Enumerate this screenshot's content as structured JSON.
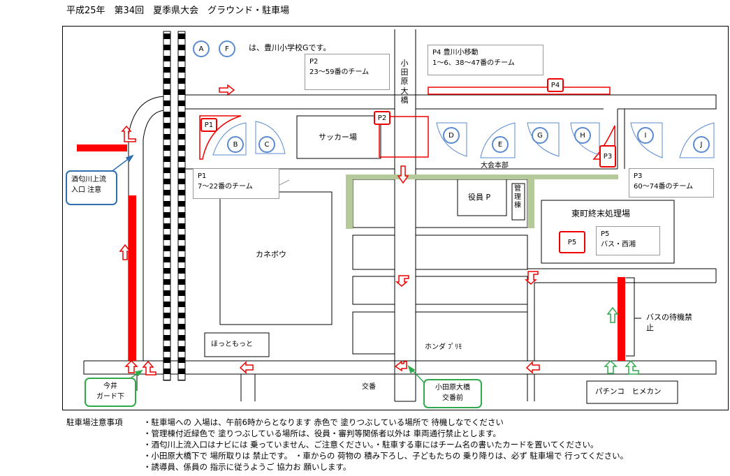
{
  "title": "平成25年　第34回　夏季県大会　グラウンド・駐車場",
  "legend_note": {
    "circles": [
      "A",
      "F"
    ],
    "text": "は、豊川小学校Gです。"
  },
  "lot_info": {
    "p2": {
      "line1": "P2",
      "line2": "23〜59番のチーム"
    },
    "p4": {
      "line1": "P4  豊川小移動",
      "line2": "1〜6、38〜47番のチーム"
    },
    "p1": {
      "line1": "P1",
      "line2": "7〜22番のチーム"
    },
    "p3": {
      "line1": "P3",
      "line2": "60〜74番のチーム"
    },
    "p5": {
      "line1": "P5",
      "line2": "バス・西湘"
    }
  },
  "badges": {
    "p1": "P1",
    "p2": "P2",
    "p3": "P3",
    "p4": "P4",
    "p5": "P5"
  },
  "fields": [
    "B",
    "C",
    "D",
    "E",
    "G",
    "H",
    "I",
    "J"
  ],
  "places": {
    "soccer": "サッカー場",
    "hq": "大会本部",
    "officials_parking": "役員  P",
    "admin_building": [
      "管",
      "理",
      "棟"
    ],
    "kanebo": "カネボウ",
    "incinerator": "東町終末処理場",
    "hotto": "ほっともっと",
    "honda": "ホンダ ﾌﾟﾘﾓ",
    "koban": "交番",
    "pachinko": "パチンコ　ヒメカン",
    "bridge_vertical": [
      "小",
      "田",
      "原",
      "大",
      "橋"
    ]
  },
  "callouts": {
    "sakawa": {
      "line1": "酒匂川上流",
      "line2": "入口  注意"
    },
    "imai": {
      "line1": "今井",
      "line2": "ガード下"
    },
    "odawara_koban": {
      "line1": "小田原大橋",
      "line2": "交番前"
    },
    "bus_wait": {
      "line1": "バスの待機禁",
      "line2": "止"
    }
  },
  "notes": {
    "heading": "駐車場注意事項",
    "lines": [
      "・駐車場への 入場は、午前6時からとなります 赤色で 塗りつぶしている場所で 待機しなでください",
      "・管理棟付近緑色で 塗りつぶしている場所は、役員・審判等関係者以外は 車両通行禁止とします。",
      "・酒匂川上流入口はナビには 乗っていません、ご注意ください。・駐車する車にはチーム名の書いたカードを置いてください。",
      "・小田原大橋下で 場所取りは 禁止です。 ・車からの 荷物の 積み下ろし、子どもたちの 乗り降りは、必ず 駐車場で 行ってください。",
      "・誘導員、係員の 指示に従うようご 協力お 願いします。"
    ]
  },
  "colors": {
    "no_wait_red": "#ff0000",
    "staff_only_green": "#b5c99a",
    "arrow_red": "#e00000",
    "arrow_green": "#2faa4a",
    "field_blue": "#5a8ad0"
  }
}
